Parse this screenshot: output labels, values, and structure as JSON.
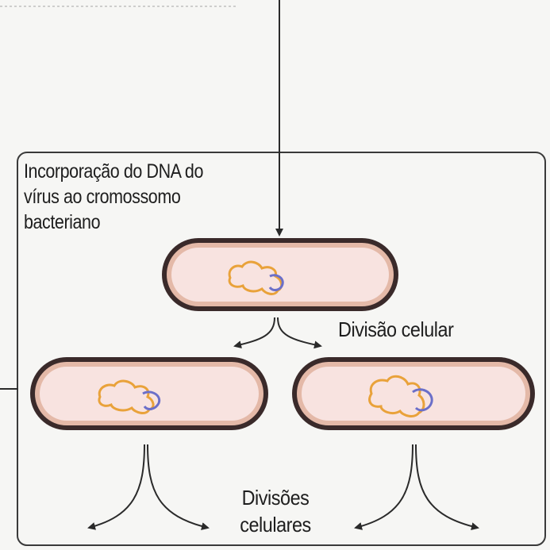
{
  "labels": {
    "incorporation": [
      "Incorporação do DNA do",
      "vírus ao cromossomo",
      "bacteriano"
    ],
    "cell_division": "Divisão celular",
    "cell_divisions": [
      "Divisões",
      "celulares"
    ]
  },
  "colors": {
    "background": "#f6f6f4",
    "panel_border": "#3a3a3a",
    "cell_outer": "#3a2a2a",
    "cell_wall": "#e4b9a8",
    "cell_inner": "#f8e3e0",
    "dna_viral": "#e9a23a",
    "dna_bacterial": "#6b6fc9",
    "arrow": "#2a2a2a"
  }
}
